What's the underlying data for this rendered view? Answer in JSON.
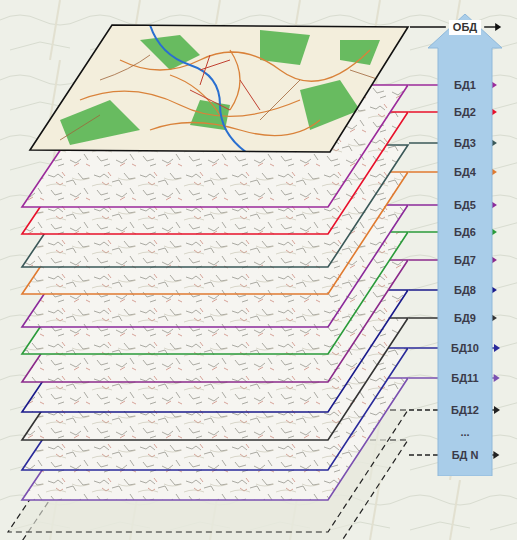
{
  "diagram": {
    "nodes": [
      {
        "text": [
          "ОБД",
          "БД1",
          "БД2",
          "БД3",
          "БД4",
          "БД5",
          "БД6",
          "БД7",
          "БД8",
          "БД9",
          "БД10",
          "БД11",
          "БД12",
          "...",
          "БД N"
        ]
      }
    ]
  }
}
